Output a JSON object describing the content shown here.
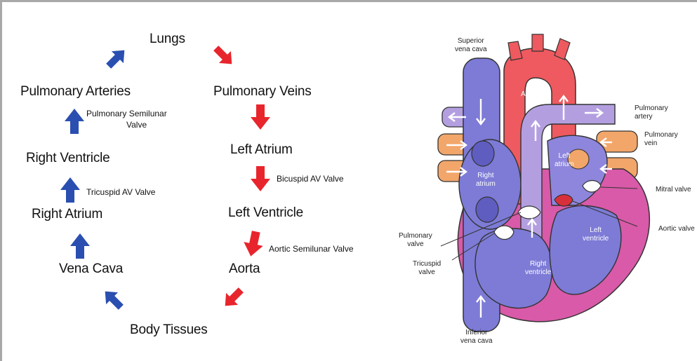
{
  "flow": {
    "lungs": "Lungs",
    "pulmonary_veins": "Pulmonary Veins",
    "left_atrium": "Left Atrium",
    "left_ventricle": "Left Ventricle",
    "aorta": "Aorta",
    "body_tissues": "Body Tissues",
    "vena_cava": "Vena Cava",
    "right_atrium": "Right Atrium",
    "right_ventricle": "Right Ventricle",
    "pulmonary_arteries": "Pulmonary Arteries"
  },
  "valves": {
    "pulmonary_semilunar_line1": "Pulmonary Semilunar",
    "pulmonary_semilunar_line2": "Valve",
    "tricuspid_av": "Tricuspid AV Valve",
    "bicuspid_av": "Bicuspid AV Valve",
    "aortic_semilunar": "Aortic Semilunar Valve"
  },
  "heart": {
    "superior_vena_cava_line1": "Superior",
    "superior_vena_cava_line2": "vena cava",
    "aorta": "Aorta",
    "pulmonary_artery_line1": "Pulmonary",
    "pulmonary_artery_line2": "artery",
    "pulmonary_vein_line1": "Pulmonary",
    "pulmonary_vein_line2": "vein",
    "left_atrium_line1": "Left",
    "left_atrium_line2": "atrium",
    "right_atrium_line1": "Right",
    "right_atrium_line2": "atrium",
    "mitral_valve": "Mitral valve",
    "aortic_valve": "Aortic valve",
    "pulmonary_valve_line1": "Pulmonary",
    "pulmonary_valve_line2": "valve",
    "tricuspid_valve_line1": "Tricuspid",
    "tricuspid_valve_line2": "valve",
    "left_ventricle_line1": "Left",
    "left_ventricle_line2": "ventricle",
    "right_ventricle_line1": "Right",
    "right_ventricle_line2": "ventricle",
    "inferior_vena_cava_line1": "Inferior",
    "inferior_vena_cava_line2": "vena cava"
  },
  "colors": {
    "red_arrow": "#e8252c",
    "blue_arrow": "#2a4fb0",
    "oxygen_rich": "#ee5a5f",
    "oxygen_poor": "#7d7bd6",
    "pulmonary_vein": "#f2a66a",
    "heart_wall": "#d85aa8"
  }
}
